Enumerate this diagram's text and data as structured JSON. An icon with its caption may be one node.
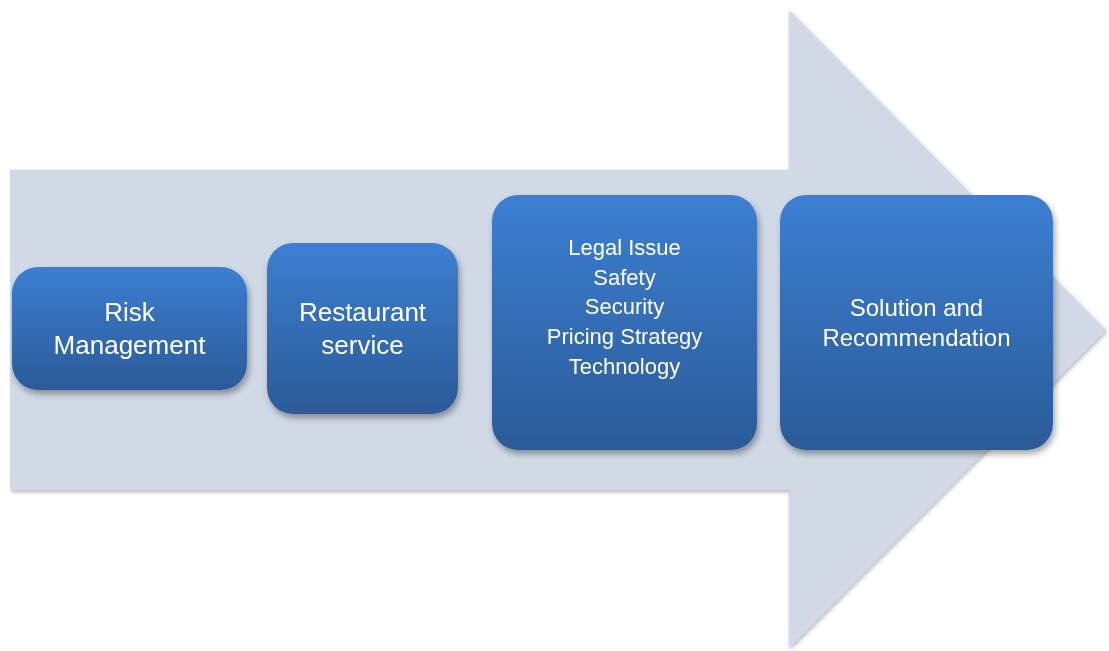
{
  "diagram": {
    "nodes": [
      {
        "text": [],
        "shape": "arrow"
      },
      {
        "text": [
          "Risk Management"
        ],
        "in": 0
      },
      {
        "text": [
          "Restaurant service"
        ],
        "in": 0
      },
      {
        "text": [
          "Legal Issue",
          "Safety",
          "Security",
          "Pricing Strategy",
          "Technology"
        ],
        "in": 0
      },
      {
        "text": [
          "Solution and Recommendation"
        ],
        "in": 0
      }
    ]
  }
}
